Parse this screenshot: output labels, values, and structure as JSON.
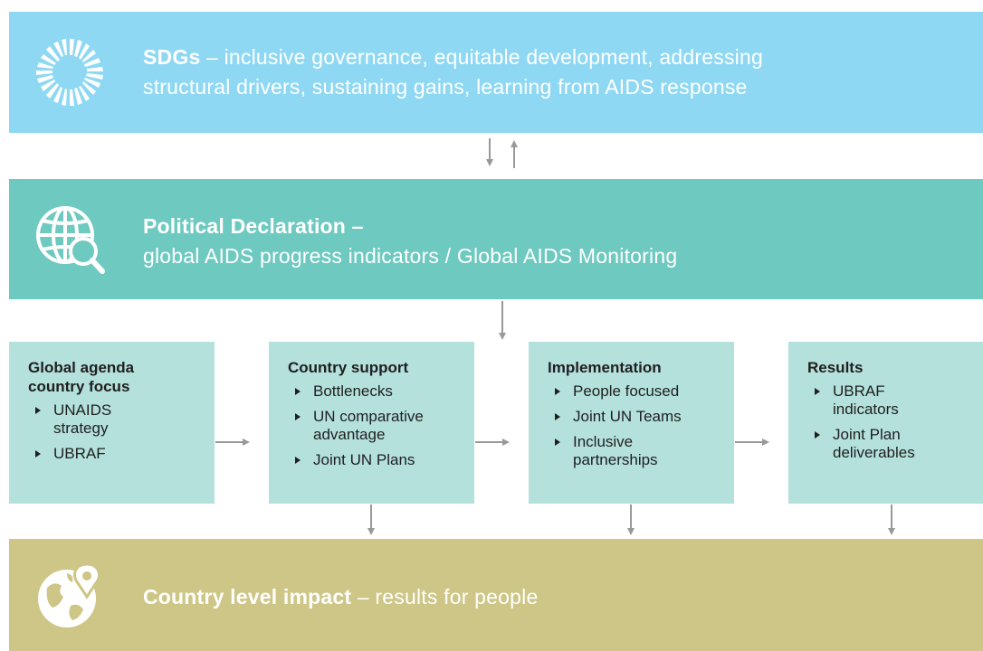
{
  "sdg_band": {
    "title": "SDGs",
    "separator": " – ",
    "line1": "inclusive governance, equitable development, addressing",
    "line2": "structural drivers, sustaining gains, learning from AIDS response",
    "icon": "sdg-wheel-icon",
    "color": "#8fd8f3"
  },
  "political_band": {
    "title": "Political Declaration –",
    "line2": "global AIDS progress indicators / Global AIDS Monitoring",
    "icon": "globe-magnifier-icon",
    "color": "#6ec9c0"
  },
  "country_band": {
    "title": "Country level impact",
    "separator": " – ",
    "subtitle": "results for people",
    "icon": "globe-location-pin-icon",
    "color": "#cdc686"
  },
  "boxes": [
    {
      "title_line1": "Global agenda",
      "title_line2": "country focus",
      "items": [
        {
          "l1": "UNAIDS",
          "l2": "strategy"
        },
        {
          "l1": "UBRAF",
          "l2": ""
        }
      ]
    },
    {
      "title_line1": "Country support",
      "title_line2": "",
      "items": [
        {
          "l1": "Bottlenecks",
          "l2": ""
        },
        {
          "l1": "UN comparative",
          "l2": "advantage"
        },
        {
          "l1": "Joint UN Plans",
          "l2": ""
        }
      ]
    },
    {
      "title_line1": "Implementation",
      "title_line2": "",
      "items": [
        {
          "l1": "People focused",
          "l2": ""
        },
        {
          "l1": "Joint UN Teams",
          "l2": ""
        },
        {
          "l1": "Inclusive",
          "l2": "partnerships"
        }
      ]
    },
    {
      "title_line1": "Results",
      "title_line2": "",
      "items": [
        {
          "l1": "UBRAF",
          "l2": "indicators"
        },
        {
          "l1": "Joint Plan",
          "l2": "deliverables"
        }
      ]
    }
  ],
  "colors": {
    "box_fill": "#b4e1dc",
    "arrow": "#999999",
    "text_dark": "#1f1f1f"
  }
}
